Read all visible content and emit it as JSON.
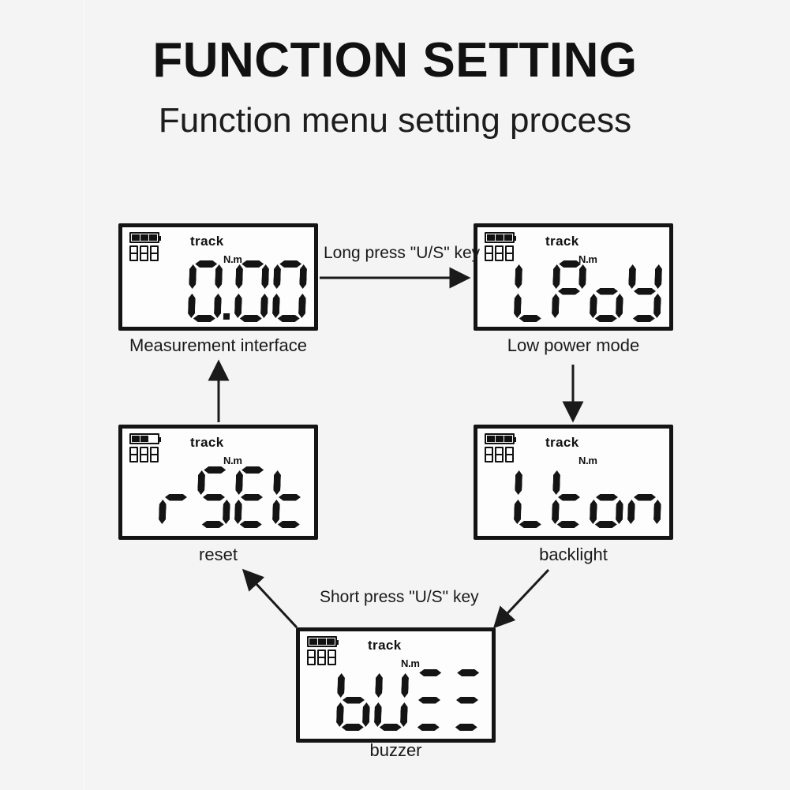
{
  "header": {
    "title": "FUNCTION SETTING",
    "subtitle": "Function menu setting process"
  },
  "colors": {
    "background": "#f4f4f4",
    "ink": "#141414",
    "lcd_face": "#fdfdfd"
  },
  "panels": [
    {
      "id": "measurement",
      "caption": "Measurement interface",
      "track_label": "track",
      "unit_label": "N.m",
      "display_text": "0.00",
      "battery_segments": 3,
      "battery_filled": 3,
      "mini_digit_count": 3
    },
    {
      "id": "low-power",
      "caption": "Low power mode",
      "track_label": "track",
      "unit_label": "N.m",
      "display_text": "LPoY",
      "battery_segments": 3,
      "battery_filled": 3,
      "mini_digit_count": 3
    },
    {
      "id": "reset",
      "caption": "reset",
      "track_label": "track",
      "unit_label": "N.m",
      "display_text": "rSEt",
      "battery_segments": 3,
      "battery_filled": 2,
      "mini_digit_count": 3
    },
    {
      "id": "backlight",
      "caption": "backlight",
      "track_label": "track",
      "unit_label": "N.m",
      "display_text": "Lton",
      "battery_segments": 3,
      "battery_filled": 3,
      "mini_digit_count": 3
    },
    {
      "id": "buzzer",
      "caption": "buzzer",
      "track_label": "track",
      "unit_label": "N.m",
      "display_text": "bUZZ",
      "battery_segments": 3,
      "battery_filled": 3,
      "mini_digit_count": 3
    }
  ],
  "arrows": [
    {
      "id": "long-press",
      "label": "Long press \"U/S\" key",
      "from": "measurement",
      "to": "low-power",
      "direction": "right"
    },
    {
      "id": "low-power-to-backlight",
      "label": "",
      "from": "low-power",
      "to": "backlight",
      "direction": "down"
    },
    {
      "id": "backlight-to-buzzer",
      "label": "",
      "from": "backlight",
      "to": "buzzer",
      "direction": "down-left"
    },
    {
      "id": "short-press",
      "label": "Short press \"U/S\" key",
      "from": "buzzer",
      "to": "reset",
      "direction": "up-left"
    },
    {
      "id": "reset-to-measurement",
      "label": "",
      "from": "reset",
      "to": "measurement",
      "direction": "up"
    }
  ]
}
